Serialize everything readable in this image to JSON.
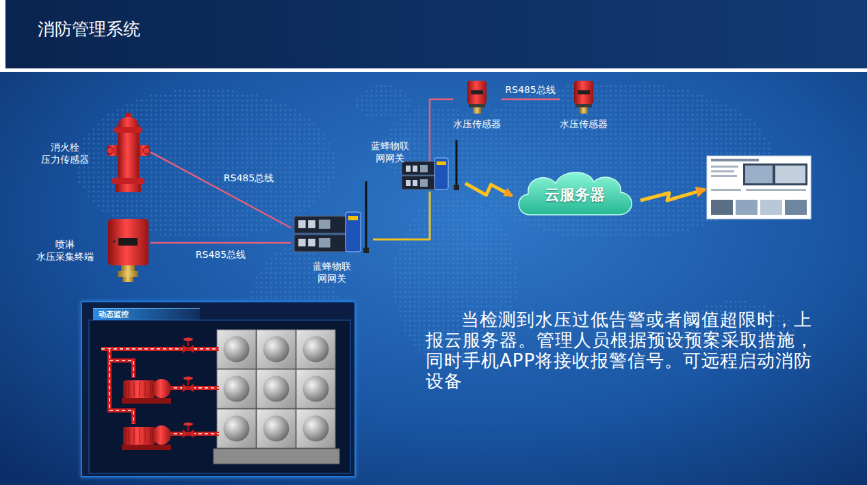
{
  "diagram": {
    "title": "消防管理系统",
    "nodes": [
      {
        "text": [
          "消火栓 压力传感器"
        ]
      },
      {
        "text": [
          "喷淋 水压采集终端"
        ]
      },
      {
        "text": [
          "蓝蜂物联 网网关"
        ]
      },
      {
        "text": [
          "蓝蜂物联 网网关"
        ]
      },
      {
        "text": [
          "水压传感器"
        ]
      },
      {
        "text": [
          "水压传感器"
        ]
      },
      {
        "text": [
          "云服务器"
        ]
      },
      {
        "text": [
          "动态监控"
        ]
      }
    ],
    "edges": [
      {
        "from": 0,
        "to": 2,
        "label": "RS485总线",
        "arrow": "none"
      },
      {
        "from": 1,
        "to": 2,
        "label": "RS485总线",
        "arrow": "none"
      },
      {
        "from": 2,
        "to": 3,
        "arrow": "none"
      },
      {
        "from": 3,
        "to": 4,
        "arrow": "none"
      },
      {
        "from": 4,
        "to": 5,
        "label": "RS485总线",
        "arrow": "none"
      },
      {
        "from": 3,
        "to": 6,
        "arrow": "to"
      }
    ],
    "labels": [
      "当检测到水压过低告警或者阈值超限时，上报云服务器。管理人员根据预设预案采取措施，同时手机APP将接收报警信号。可远程启动消防设备"
    ]
  }
}
